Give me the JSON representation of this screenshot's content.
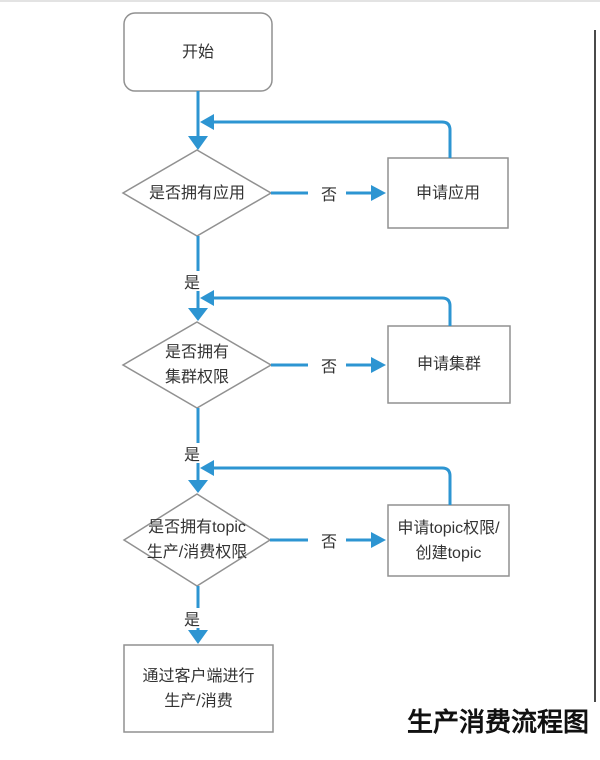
{
  "title": {
    "label": "生产消费流程图"
  },
  "colors": {
    "connector_blue": "#2d95d2",
    "shape_border_gray": "#919191",
    "node_text": "#333333",
    "title_text": "#111111"
  },
  "edges": {
    "yes_label": "是",
    "no_label": "否"
  },
  "nodes": {
    "start": {
      "label": "开始"
    },
    "decision_app": {
      "label": "是否拥有应用"
    },
    "apply_app": {
      "label": "申请应用"
    },
    "decision_cluster": {
      "lines": [
        "是否拥有",
        "集群权限"
      ]
    },
    "apply_cluster": {
      "label": "申请集群"
    },
    "decision_topic": {
      "lines": [
        "是否拥有topic",
        "生产/消费权限"
      ]
    },
    "apply_topic": {
      "lines": [
        "申请topic权限/",
        "创建topic"
      ]
    },
    "produce_consume": {
      "lines": [
        "通过客户端进行",
        "生产/消费"
      ]
    }
  }
}
